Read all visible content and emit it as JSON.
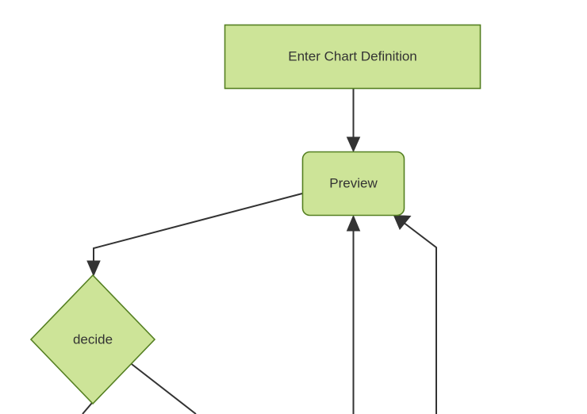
{
  "diagram": {
    "type": "flowchart",
    "direction": "top-down",
    "background": "#ffffff",
    "node_fill": "#cde498",
    "node_stroke": "#558022",
    "edge_stroke": "#333333",
    "label_color": "#333333"
  },
  "nodes": [
    {
      "id": "enter",
      "label": "Enter Chart Definition",
      "shape": "rectangle"
    },
    {
      "id": "preview",
      "label": "Preview",
      "shape": "rounded-rectangle"
    },
    {
      "id": "decide",
      "label": "decide",
      "shape": "diamond"
    }
  ],
  "edges": [
    {
      "id": "enter-to-preview",
      "from": "Enter Chart Definition",
      "to": "Preview",
      "label": "",
      "arrow": "end"
    },
    {
      "id": "preview-to-decide",
      "from": "Preview",
      "to": "decide",
      "label": "",
      "arrow": "end"
    },
    {
      "id": "decide-out-left",
      "from": "decide",
      "to": "",
      "label": "",
      "arrow": "none"
    },
    {
      "id": "decide-out-right",
      "from": "decide",
      "to": "",
      "label": "",
      "arrow": "none"
    },
    {
      "id": "return-center-to-preview",
      "from": "",
      "to": "Preview",
      "label": "",
      "arrow": "end"
    },
    {
      "id": "return-right-to-preview",
      "from": "",
      "to": "Preview",
      "label": "",
      "arrow": "end"
    }
  ]
}
